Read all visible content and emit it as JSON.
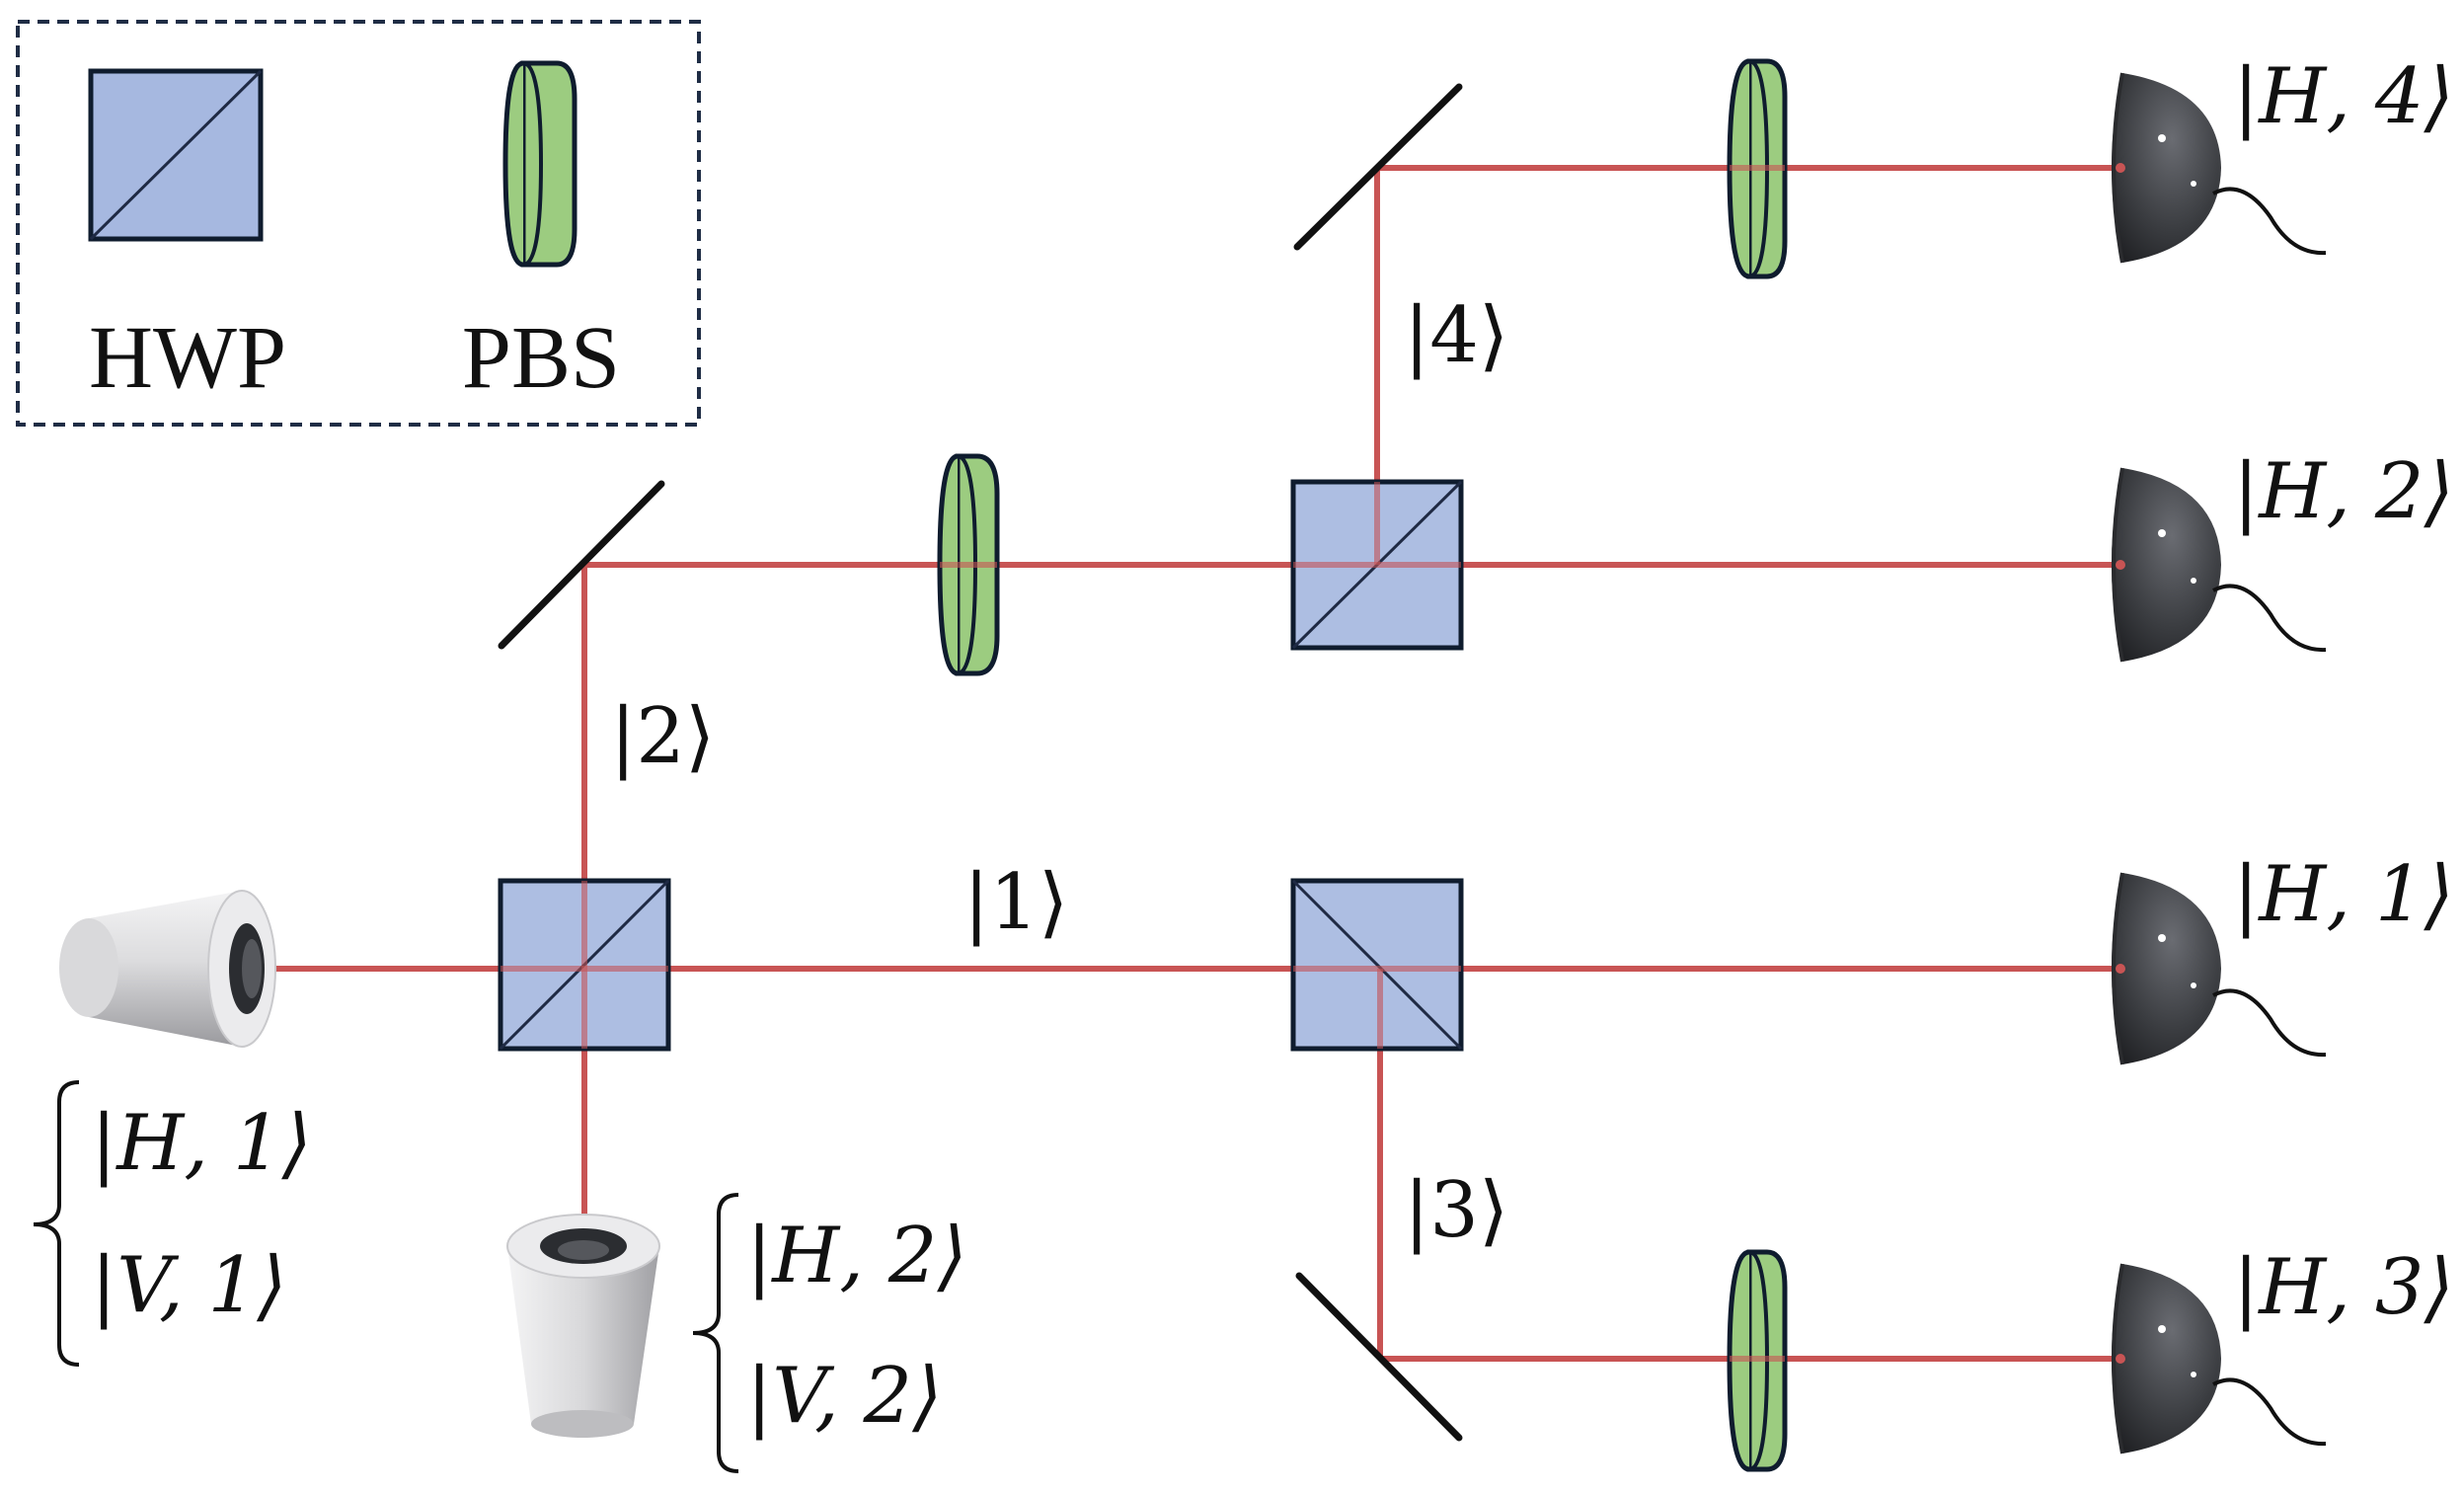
{
  "legend": {
    "cube_label": "HWP",
    "plate_label": "PBS"
  },
  "labels": {
    "path_1": "|1⟩",
    "path_2": "|2⟩",
    "path_3": "|3⟩",
    "path_4": "|4⟩",
    "source_1_h": "|H, 1⟩",
    "source_1_v": "|V, 1⟩",
    "source_2_h": "|H, 2⟩",
    "source_2_v": "|V, 2⟩",
    "detector_h4": "|H, 4⟩",
    "detector_h2": "|H, 2⟩",
    "detector_h1": "|H, 1⟩",
    "detector_h3": "|H, 3⟩"
  },
  "colors": {
    "beam": "#c85454",
    "cube_fill": "#a6b8e0",
    "plate_fill": "#9ccc80",
    "outline": "#0f1c2e",
    "legend_border": "#1f2d45",
    "detector": "#3c3e42",
    "source": "#cfcfd2"
  }
}
